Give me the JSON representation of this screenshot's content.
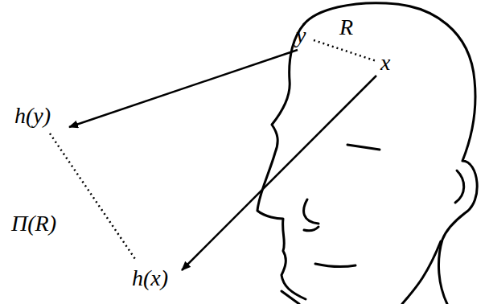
{
  "diagram": {
    "labels": [
      "y",
      "R",
      "x",
      "h(y)",
      "Π(R)",
      "h(x)"
    ]
  }
}
